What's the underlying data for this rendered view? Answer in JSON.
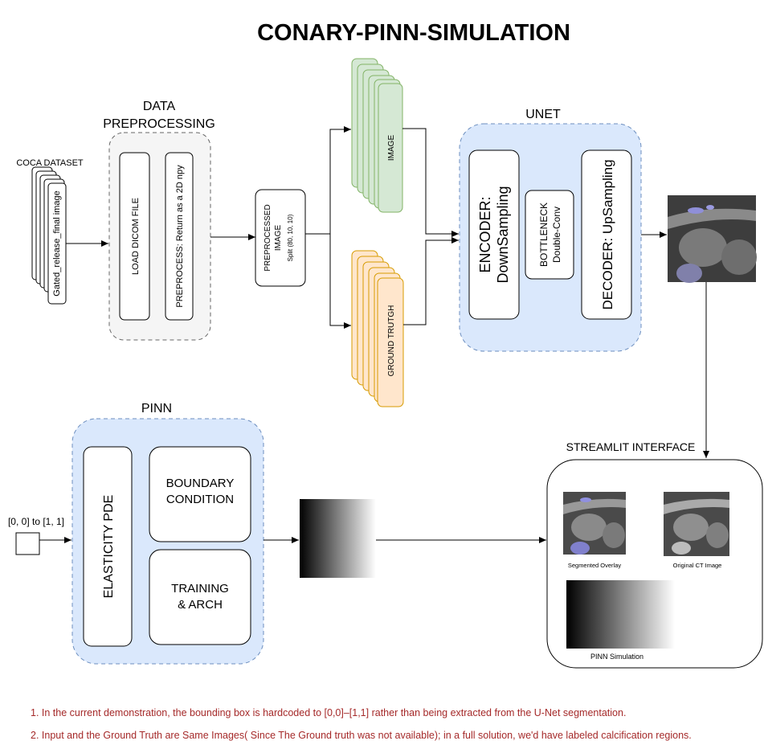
{
  "title": "CONARY-PINN-SIMULATION",
  "dataset": {
    "label": "COCA DATASET",
    "file": "Gated_release_final image"
  },
  "preprocessing": {
    "title_line1": "DATA",
    "title_line2": "PREPROCESSING",
    "load": "LOAD DICOM FILE",
    "preprocess": "PREPROCESS: Return as a 2D npy"
  },
  "preprocessed": {
    "line1": "PREPROCESSED",
    "line2": "IMAGE",
    "split": "Split (80, 10, 10)"
  },
  "image_stack": {
    "label": "IMAGE"
  },
  "gt_stack": {
    "label": "GROUND TRUTGH"
  },
  "unet": {
    "title": "UNET",
    "encoder_line1": "ENCODER:",
    "encoder_line2": "DownSampling",
    "bottleneck_line1": "BOTTLENECK",
    "bottleneck_line2": "Double-Conv",
    "decoder": "DECODER: UpSampling"
  },
  "pinn": {
    "title": "PINN",
    "elasticity": "ELASTICITY PDE",
    "boundary_line1": "BOUNDARY",
    "boundary_line2": "CONDITION",
    "training_line1": "TRAINING",
    "training_line2": "& ARCH"
  },
  "input_box": {
    "label": "[0, 0] to [1, 1]"
  },
  "streamlit": {
    "title": "STREAMLIT INTERFACE",
    "overlay_caption": "Segmented Overlay",
    "original_caption": "Original CT Image",
    "pinn_caption": "PINN Simulation"
  },
  "notes": {
    "note1": "1. In the current demonstration, the bounding box is hardcoded to [0,0]–[1,1] rather than being extracted from the U-Net segmentation.",
    "note2": "2. Input and the Ground Truth are Same Images( Since The Ground truth was not available); in a full solution, we'd have labeled calcification regions."
  },
  "colors": {
    "green_fill": "#d5e8d4",
    "green_stroke": "#82b366",
    "orange_fill": "#ffe6cc",
    "orange_stroke": "#d79b00",
    "blue_fill": "#dae8fc",
    "blue_stroke": "#6c8ebf",
    "gray_fill": "#f5f5f5",
    "note_color": "#a52a2a"
  }
}
